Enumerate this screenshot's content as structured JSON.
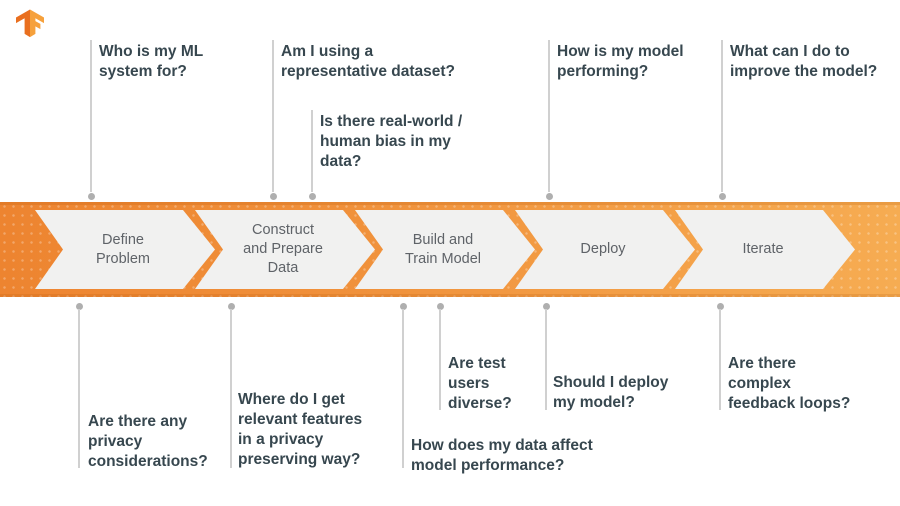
{
  "brand": {
    "logo_name": "TensorFlow"
  },
  "palette": {
    "band_left": "#ED8430",
    "band_right": "#F6AC52",
    "chevron_fill": "#F1F1F0",
    "step_text": "#5F6368",
    "question_text": "#37474F",
    "leader_line": "#D0D0D0",
    "leader_dot": "#AFAFAF",
    "logo_dark": "#E96F1F",
    "logo_light": "#F6A13C"
  },
  "process": {
    "steps": [
      {
        "label": "Define\nProblem"
      },
      {
        "label": "Construct\nand Prepare\nData"
      },
      {
        "label": "Build and\nTrain Model"
      },
      {
        "label": "Deploy"
      },
      {
        "label": "Iterate"
      }
    ]
  },
  "questions": {
    "top": [
      {
        "text": "Who is my ML\nsystem for?"
      },
      {
        "text": "Am I using a\nrepresentative dataset?"
      },
      {
        "text": "Is there real-world /\nhuman bias in my\ndata?"
      },
      {
        "text": "How is my model\nperforming?"
      },
      {
        "text": "What can I do to\nimprove the model?"
      }
    ],
    "bottom": [
      {
        "text": "Are there any\nprivacy\nconsiderations?"
      },
      {
        "text": "Where do I get\nrelevant features\nin a privacy\npreserving way?"
      },
      {
        "text": "How does my data affect\nmodel performance?"
      },
      {
        "text": "Are test\nusers\ndiverse?"
      },
      {
        "text": "Should I deploy\nmy model?"
      },
      {
        "text": "Are there\ncomplex\nfeedback loops?"
      }
    ]
  }
}
